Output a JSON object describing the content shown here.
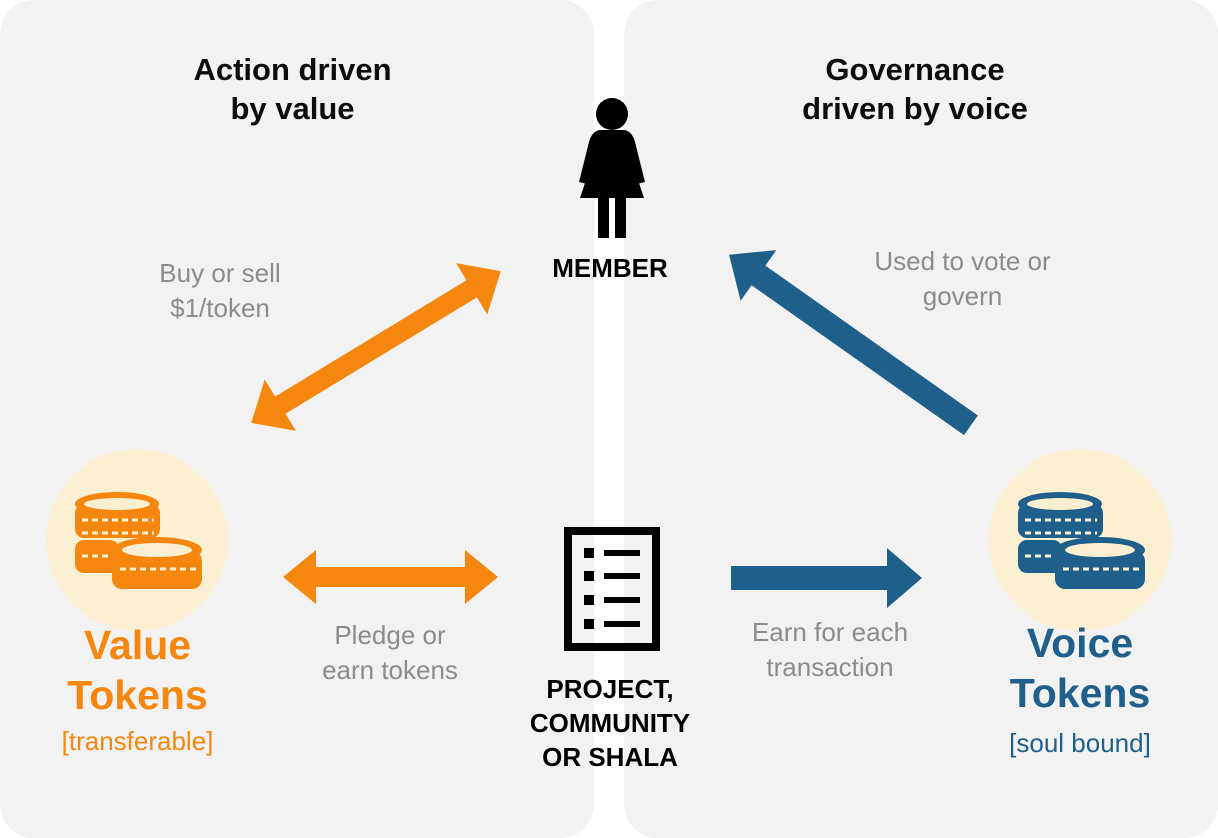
{
  "panels": {
    "left": {
      "heading_line1": "Action driven",
      "heading_line2": "by value"
    },
    "right": {
      "heading_line1": "Governance",
      "heading_line2": "driven by voice"
    }
  },
  "nodes": {
    "member": {
      "label": "MEMBER",
      "icon": "person-icon"
    },
    "project": {
      "label_line1": "PROJECT,",
      "label_line2": "COMMUNITY",
      "label_line3": "OR SHALA",
      "icon": "checklist-icon"
    },
    "value_tokens": {
      "title_line1": "Value",
      "title_line2": "Tokens",
      "subtitle": "[transferable]",
      "icon": "coins-icon"
    },
    "voice_tokens": {
      "title_line1": "Voice",
      "title_line2": "Tokens",
      "subtitle": "[soul bound]",
      "icon": "coins-icon"
    }
  },
  "edges": {
    "buy_sell": {
      "line1": "Buy or sell",
      "line2": "$1/token",
      "direction": "bidirectional",
      "color": "#f5870f"
    },
    "pledge": {
      "line1": "Pledge or",
      "line2": "earn tokens",
      "direction": "bidirectional",
      "color": "#f5870f"
    },
    "earn": {
      "line1": "Earn for each",
      "line2": "transaction",
      "direction": "project-to-voice",
      "color": "#1f5f8b"
    },
    "vote": {
      "line1": "Used to vote or",
      "line2": "govern",
      "direction": "voice-to-member",
      "color": "#1f5f8b"
    }
  },
  "colors": {
    "orange": "#f5870f",
    "blue": "#1f5f8b",
    "coin_circle": "#fbefd2",
    "panel": "#f2f2f2",
    "edge_text": "#8c8c8c"
  }
}
